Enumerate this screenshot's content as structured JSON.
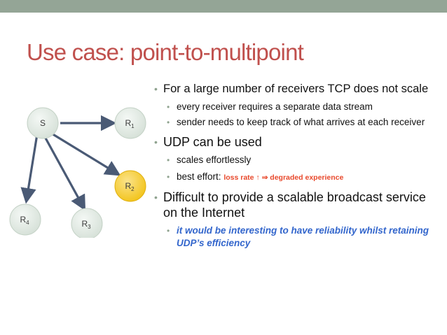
{
  "slide": {
    "title": "Use case: point-to-multipoint",
    "colors": {
      "title": "#c0504d",
      "top_bar": "#94a596",
      "arrow": "#4a5a75",
      "node_fill": "#e2ebe4",
      "node_highlight": "#f2c318",
      "highlight_text": "#e8482b",
      "blue_text": "#3366cc"
    }
  },
  "diagram": {
    "nodes": [
      {
        "id": "S",
        "label": "S",
        "sub": "",
        "highlighted": false
      },
      {
        "id": "R1",
        "label": "R",
        "sub": "1",
        "highlighted": false
      },
      {
        "id": "R2",
        "label": "R",
        "sub": "2",
        "highlighted": true
      },
      {
        "id": "R3",
        "label": "R",
        "sub": "3",
        "highlighted": false
      },
      {
        "id": "R4",
        "label": "R",
        "sub": "4",
        "highlighted": false
      }
    ],
    "edges": [
      {
        "from": "S",
        "to": "R1"
      },
      {
        "from": "S",
        "to": "R2"
      },
      {
        "from": "S",
        "to": "R3"
      },
      {
        "from": "S",
        "to": "R4"
      }
    ]
  },
  "bullets": {
    "b1": {
      "text": "For a large number of receivers TCP does not scale",
      "subs": [
        "every receiver requires a separate data stream",
        "sender needs to keep track of what arrives at each receiver"
      ]
    },
    "b2": {
      "text": "UDP can be used",
      "sub1": "scales effortlessly",
      "sub2_prefix": "best effort:",
      "sub2_highlight": "loss rate ↑ ⇒ degraded experience"
    },
    "b3": {
      "text": "Difficult to provide a scalable broadcast service on the Internet",
      "sub1": "it would be interesting to have reliability whilst retaining UDP’s efficiency"
    }
  }
}
